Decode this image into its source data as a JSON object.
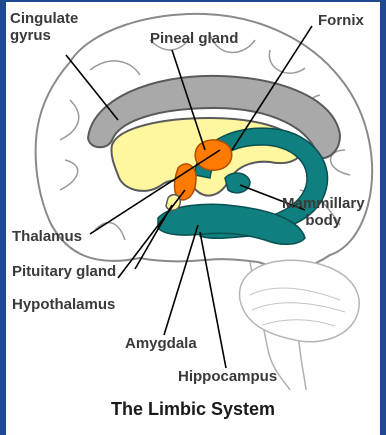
{
  "title": "The Limbic System",
  "labels": {
    "cingulate_gyrus": "Cingulate\ngyrus",
    "pineal_gland": "Pineal gland",
    "fornix": "Fornix",
    "mammillary_body": "Mammillary\nbody",
    "thalamus": "Thalamus",
    "pituitary_gland": "Pituitary gland",
    "hypothalamus": "Hypothalamus",
    "amygdala": "Amygdala",
    "hippocampus": "Hippocampus"
  },
  "colors": {
    "background_border": "#1f4a8f",
    "panel": "#ffffff",
    "brain_outline": "#6e6e6e",
    "cingulate": "#a9a9a9",
    "thalamus_region": "#fff6a0",
    "pineal_hypothalamus": "#ff7a00",
    "fornix_hippocampus": "#0f7f7f",
    "label_text": "#3a3a3a"
  }
}
